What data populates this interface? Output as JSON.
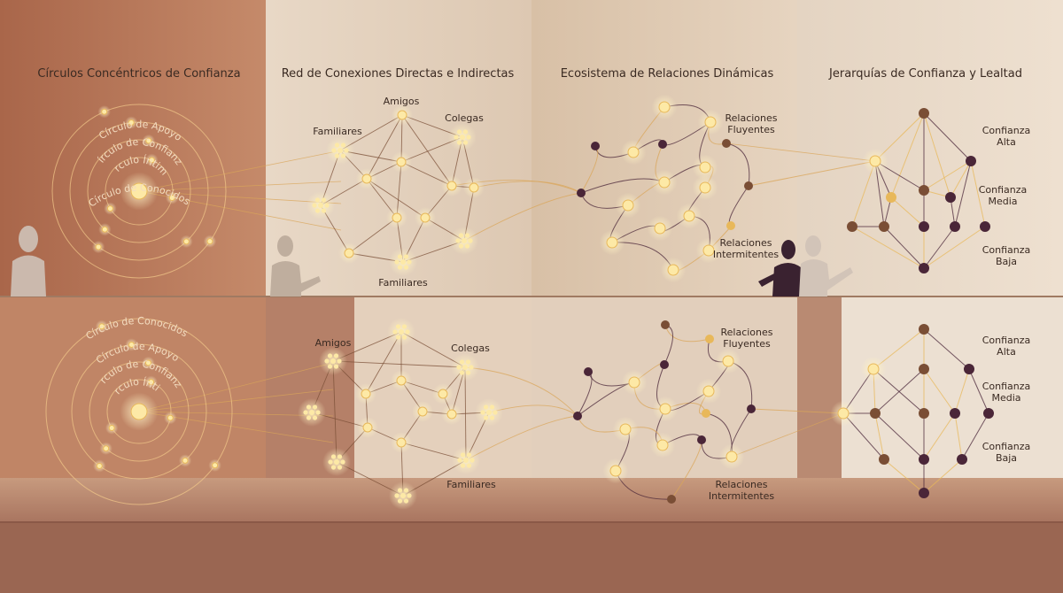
{
  "titles": {
    "p1": "Círculos Concéntricos de Confianza",
    "p2": "Red de Conexiones Directas e Indirectas",
    "p3": "Ecosistema de Relaciones Dinámicas",
    "p4": "Jerarquías de Confianza y Lealtad"
  },
  "rings_top": [
    "Círculo Íntimo",
    "Círculo de Confianza",
    "Círculo de Apoyo",
    "Círculo de Conocidos"
  ],
  "rings_bottom": [
    "Círculo Íntimo",
    "Círculo de Confianza",
    "Círculo de Apoyo",
    "Círculo de Conocidos"
  ],
  "network_top": {
    "amigos": "Amigos",
    "colegas": "Colegas",
    "familiares_left": "Familiares",
    "familiares_bottom": "Familiares"
  },
  "network_bottom": {
    "amigos": "Amigos",
    "colegas": "Colegas",
    "familiares": "Familiares"
  },
  "ecosystem_top": {
    "fluyentes_1": "Relaciones",
    "fluyentes_2": "Fluyentes",
    "intermitentes_1": "Relaciones",
    "intermitentes_2": "Intermitentes"
  },
  "ecosystem_bottom": {
    "fluyentes_1": "Relaciones",
    "fluyentes_2": "Fluyentes",
    "intermitentes_1": "Relaciones",
    "intermitentes_2": "Intermitentes"
  },
  "hierarchy_top": {
    "alta_1": "Confianza",
    "alta_2": "Alta",
    "media_1": "Confianza",
    "media_2": "Media",
    "baja_1": "Confianza",
    "baja_2": "Baja"
  },
  "hierarchy_bottom": {
    "alta_1": "Confianza",
    "alta_2": "Alta",
    "media_1": "Confianza",
    "media_2": "Media",
    "baja_1": "Confianza",
    "baja_2": "Baja"
  },
  "colors": {
    "glow": "#fde9a6",
    "gold": "#e8b85a",
    "plum": "#4a2638",
    "brown": "#7a4e35",
    "line": "#d9a55a"
  }
}
